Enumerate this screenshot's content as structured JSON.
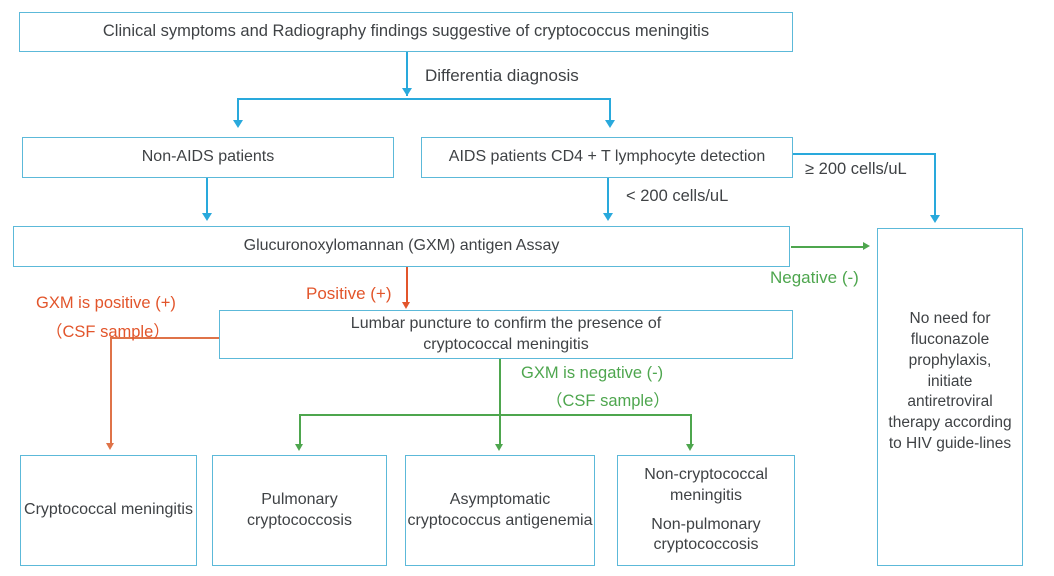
{
  "colors": {
    "box_border": "#5cb9d9",
    "arrow_cyan": "#29a9dc",
    "green": "#4ea64e",
    "orange_text": "#e2552b",
    "orange_line": "#df7348",
    "text": "#3f4245"
  },
  "nodes": {
    "clinical": "Clinical symptoms and Radiography findings suggestive of cryptococcus meningitis",
    "non_aids": "Non-AIDS patients",
    "aids": "AIDS patients CD4 + T lymphocyte detection",
    "gxm_assay": "Glucuronoxylomannan (GXM) antigen Assay",
    "lumbar": "Lumbar puncture to confirm the presence of cryptococcal meningitis",
    "no_prophylaxis": "No need for fluconazole prophylaxis, initiate antiretroviral therapy according to HIV guide-lines",
    "cryptococcal_meningitis": "Cryptococcal meningitis",
    "pulmonary_cryptococcosis": "Pulmonary cryptococcosis",
    "asymptomatic_antigenemia": "Asymptomatic cryptococcus antigenemia",
    "non_cryptococcal_line1": "Non-cryptococcal meningitis",
    "non_cryptococcal_line2": "Non-pulmonary cryptococcosis"
  },
  "edge_labels": {
    "differential": "Differentia diagnosis",
    "cd4_high": "≥ 200 cells/uL",
    "cd4_low": "< 200 cells/uL",
    "negative": "Negative (-)",
    "positive": "Positive (+)",
    "gxm_positive": "GXM is positive (+)",
    "gxm_positive_sample": "（CSF sample）",
    "gxm_negative": "GXM is negative (-)",
    "gxm_negative_sample": "（CSF sample）"
  }
}
